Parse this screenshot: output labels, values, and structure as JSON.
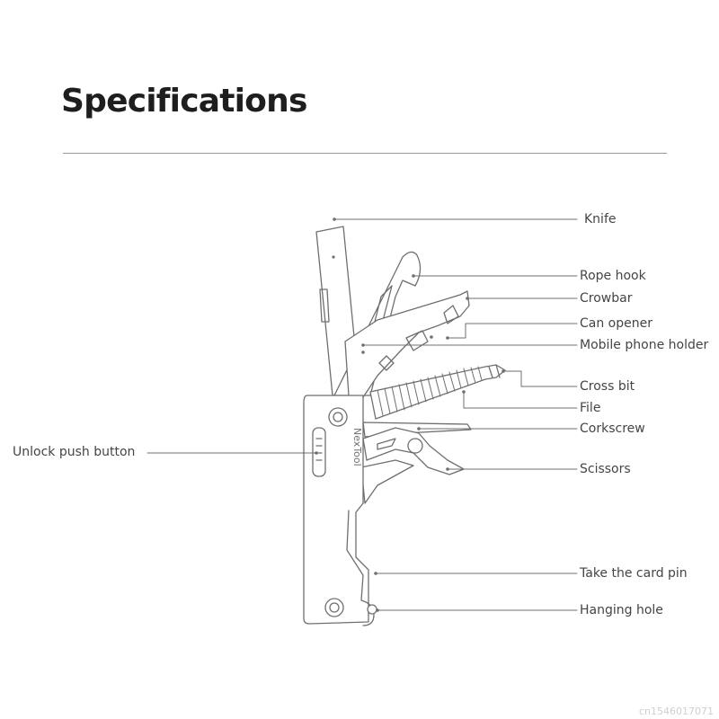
{
  "title": "Specifications",
  "brand": "NexTool",
  "watermark": "cn1546017071",
  "labels": {
    "knife": "Knife",
    "rope_hook": "Rope hook",
    "crowbar": "Crowbar",
    "can_opener": "Can opener",
    "phone_holder": "Mobile phone holder",
    "cross_bit": "Cross bit",
    "file": "File",
    "corkscrew": "Corkscrew",
    "scissors": "Scissors",
    "card_pin": "Take the card pin",
    "hanging_hole": "Hanging hole",
    "unlock_button": "Unlock push button"
  },
  "colors": {
    "line": "#6f6f6f",
    "text": "#444444",
    "title": "#1e1e1e"
  }
}
